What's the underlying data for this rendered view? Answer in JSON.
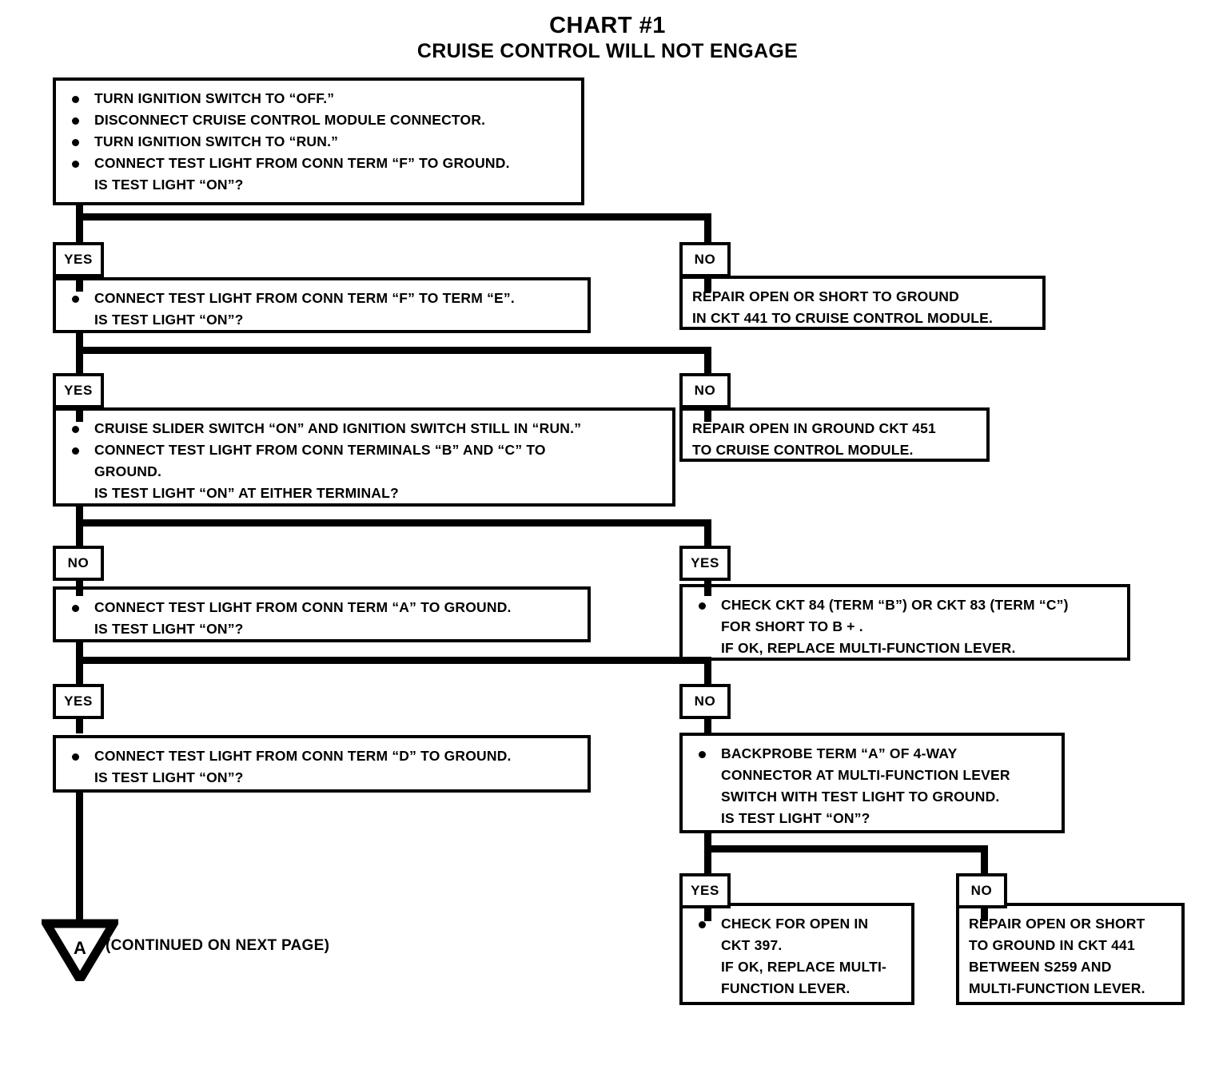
{
  "title": {
    "main": "CHART #1",
    "sub": "CRUISE CONTROL WILL NOT ENGAGE"
  },
  "labels": {
    "yes": "YES",
    "no": "NO",
    "continued": "(CONTINUED ON NEXT PAGE)",
    "marker_letter": "A"
  },
  "colors": {
    "ink": "#000000",
    "paper": "#ffffff"
  },
  "chart_data": {
    "type": "diagram",
    "diagram_kind": "troubleshooting-flowchart",
    "title": "CHART #1 - CRUISE CONTROL WILL NOT ENGAGE",
    "nodes": [
      {
        "id": "step1",
        "kind": "test",
        "lines": [
          "TURN IGNITION SWITCH TO “OFF.”",
          "DISCONNECT CRUISE CONTROL MODULE CONNECTOR.",
          "TURN IGNITION SWITCH TO “RUN.”",
          "CONNECT TEST LIGHT FROM CONN TERM “F” TO GROUND.",
          "IS TEST LIGHT “ON”?"
        ],
        "bullets": [
          true,
          true,
          true,
          true,
          false
        ]
      },
      {
        "id": "step2",
        "kind": "test",
        "lines": [
          "CONNECT TEST LIGHT FROM CONN TERM “F” TO TERM “E”.",
          "IS TEST LIGHT “ON”?"
        ],
        "bullets": [
          true,
          false
        ]
      },
      {
        "id": "fix1",
        "kind": "action",
        "lines": [
          "REPAIR OPEN OR SHORT TO GROUND",
          "IN CKT 441 TO CRUISE CONTROL MODULE."
        ],
        "bullets": [
          false,
          false
        ]
      },
      {
        "id": "step3",
        "kind": "test",
        "lines": [
          "CRUISE SLIDER SWITCH “ON” AND IGNITION SWITCH STILL IN “RUN.”",
          "CONNECT TEST LIGHT FROM CONN TERMINALS “B” AND “C” TO",
          "GROUND.",
          "IS TEST LIGHT “ON” AT EITHER TERMINAL?"
        ],
        "bullets": [
          true,
          true,
          false,
          false
        ]
      },
      {
        "id": "fix2",
        "kind": "action",
        "lines": [
          "REPAIR OPEN IN GROUND CKT 451",
          "TO CRUISE CONTROL MODULE."
        ],
        "bullets": [
          false,
          false
        ]
      },
      {
        "id": "step4",
        "kind": "test",
        "lines": [
          "CONNECT TEST LIGHT FROM CONN TERM “A” TO GROUND.",
          "IS TEST LIGHT “ON”?"
        ],
        "bullets": [
          true,
          false
        ]
      },
      {
        "id": "fix3",
        "kind": "action",
        "lines": [
          "CHECK CKT 84 (TERM “B”) OR CKT 83 (TERM “C”)",
          "FOR SHORT TO B + .",
          "IF OK, REPLACE MULTI-FUNCTION LEVER."
        ],
        "bullets": [
          true,
          false,
          false
        ]
      },
      {
        "id": "step5",
        "kind": "test",
        "lines": [
          "CONNECT TEST LIGHT FROM CONN TERM “D” TO GROUND.",
          "IS TEST LIGHT “ON”?"
        ],
        "bullets": [
          true,
          false
        ]
      },
      {
        "id": "step6",
        "kind": "test",
        "lines": [
          "BACKPROBE TERM “A” OF 4-WAY",
          "CONNECTOR AT MULTI-FUNCTION LEVER",
          "SWITCH WITH TEST LIGHT TO GROUND.",
          "IS TEST LIGHT “ON”?"
        ],
        "bullets": [
          true,
          false,
          false,
          false
        ]
      },
      {
        "id": "fix4",
        "kind": "action",
        "lines": [
          "CHECK FOR OPEN IN",
          "CKT 397.",
          "IF OK, REPLACE MULTI-",
          "FUNCTION LEVER."
        ],
        "bullets": [
          true,
          false,
          false,
          false
        ]
      },
      {
        "id": "fix5",
        "kind": "action",
        "lines": [
          "REPAIR OPEN OR SHORT",
          "TO GROUND  IN CKT 441",
          "BETWEEN S259 AND",
          "MULTI-FUNCTION LEVER."
        ],
        "bullets": [
          false,
          false,
          false,
          false
        ]
      }
    ],
    "edges": [
      {
        "from": "step1",
        "to": "step2",
        "label": "YES"
      },
      {
        "from": "step1",
        "to": "fix1",
        "label": "NO"
      },
      {
        "from": "step2",
        "to": "step3",
        "label": "YES"
      },
      {
        "from": "step2",
        "to": "fix2",
        "label": "NO"
      },
      {
        "from": "step3",
        "to": "step4",
        "label": "NO"
      },
      {
        "from": "step3",
        "to": "fix3",
        "label": "YES"
      },
      {
        "from": "step4",
        "to": "step5",
        "label": "YES"
      },
      {
        "from": "step4",
        "to": "step6",
        "label": "NO"
      },
      {
        "from": "step6",
        "to": "fix4",
        "label": "YES"
      },
      {
        "from": "step6",
        "to": "fix5",
        "label": "NO"
      },
      {
        "from": "step5",
        "to": "continued-marker-A",
        "label": ""
      }
    ]
  }
}
